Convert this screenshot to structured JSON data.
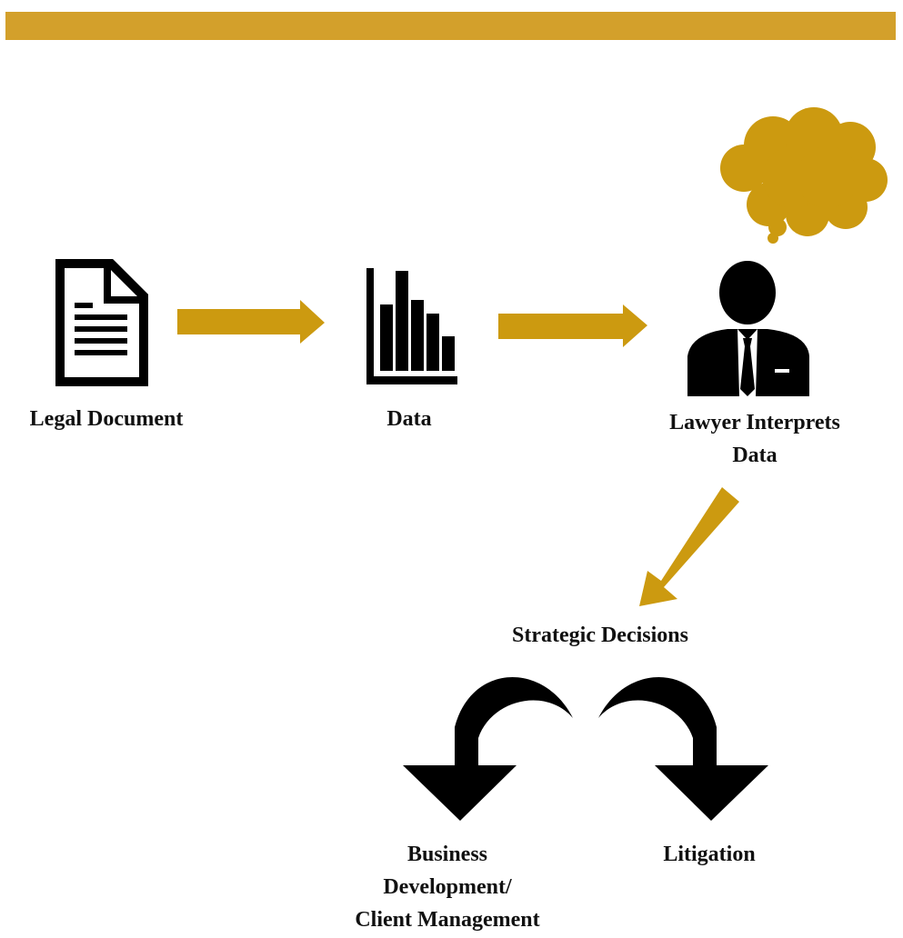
{
  "colors": {
    "accent": "#D3A02B",
    "arrow": "#CC9A10",
    "cloud": "#CC9A10",
    "icon": "#000000"
  },
  "icons": {
    "document": "document-icon",
    "data": "bar-chart-icon",
    "lawyer": "lawyer-icon",
    "thought": "thought-cloud-icon"
  },
  "nodes": {
    "legal_document": "Legal Document",
    "data": "Data",
    "lawyer_line1": "Lawyer Interprets",
    "lawyer_line2": "Data",
    "strategic_decisions": "Strategic Decisions",
    "business_line1": "Business",
    "business_line2": "Development/",
    "business_line3": "Client Management",
    "litigation": "Litigation"
  }
}
